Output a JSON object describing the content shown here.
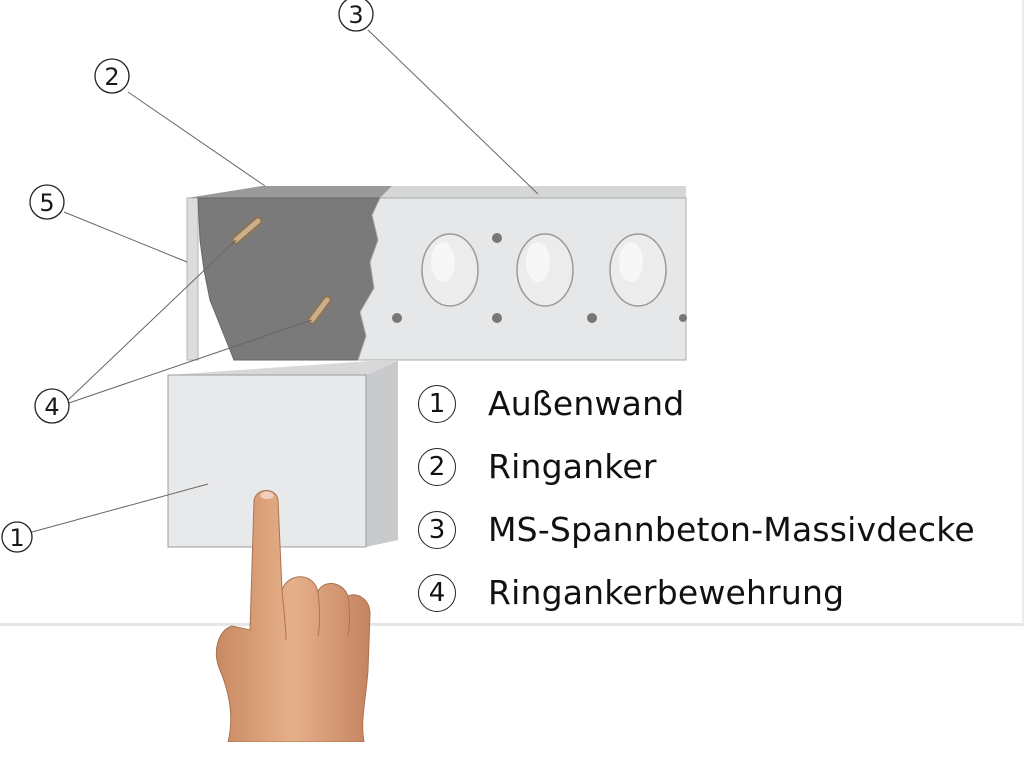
{
  "callouts": [
    {
      "num": "1"
    },
    {
      "num": "2"
    },
    {
      "num": "3"
    },
    {
      "num": "4"
    },
    {
      "num": "5"
    }
  ],
  "legend": [
    {
      "num": "1",
      "label": "Außenwand"
    },
    {
      "num": "2",
      "label": "Ringanker"
    },
    {
      "num": "3",
      "label": "MS-Spannbeton-Massivdecke"
    },
    {
      "num": "4",
      "label": "Ringankerbewehrung"
    }
  ],
  "colors": {
    "ring_anchor": "#7a7a7a",
    "slab": "#e6e7e8",
    "wall": "#e8e9ea",
    "rebar": "#b39a73",
    "skin": "#e0a77f"
  },
  "icons": {
    "pointer": "pointing-hand-icon"
  }
}
